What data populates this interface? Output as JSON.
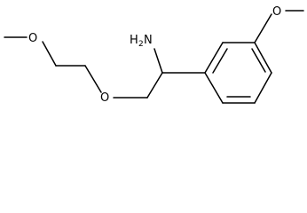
{
  "molecule": {
    "atoms": {
      "o_left": "O",
      "o_mid": "O",
      "nh2_main": "H",
      "nh2_sub": "2",
      "nh2_n": "N",
      "o_right": "O"
    }
  },
  "colors": {
    "bond": "#000000",
    "background": "#ffffff"
  }
}
